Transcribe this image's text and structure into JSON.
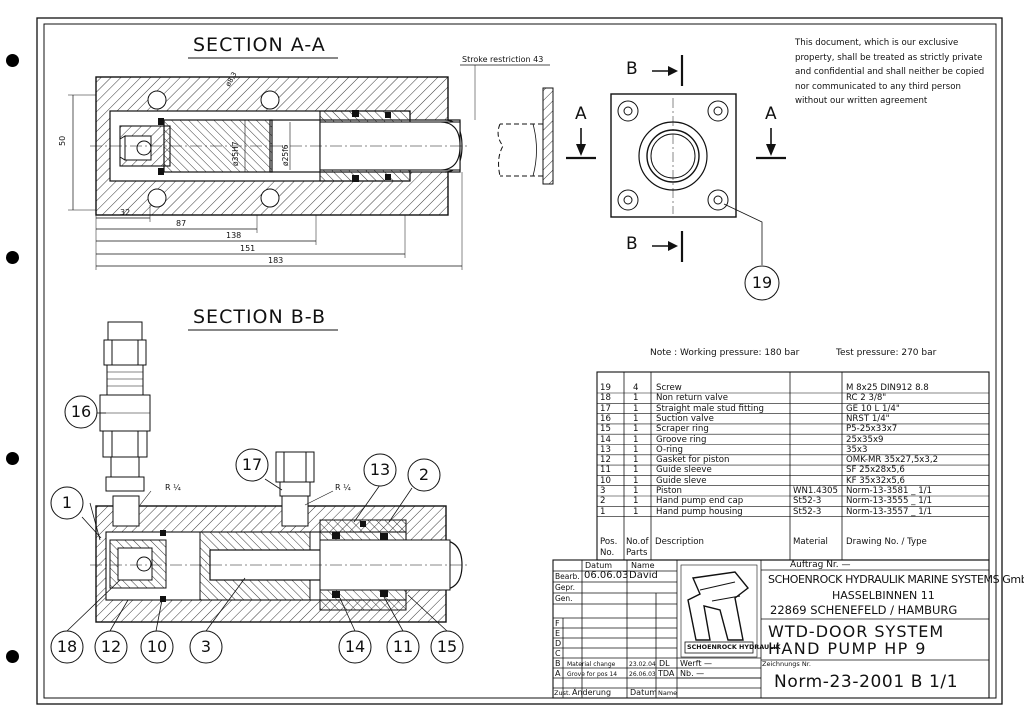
{
  "sections": {
    "a_title": "SECTION A-A",
    "b_title": "SECTION B-B"
  },
  "notice": "This document, which is our exclusive property, shall be treated as strictly private and confidential and shall neither be copied nor communicated to any third person without our written agreement",
  "dimensions": {
    "stroke": "Stroke restriction 43",
    "d50": "50",
    "d32": "32",
    "d87": "87",
    "d138": "138",
    "d151": "151",
    "d183": "183",
    "bore": "ø35H7",
    "rod": "ø25f6",
    "angle": "ø8,3"
  },
  "section_marks": {
    "b_top": "B",
    "b_bottom": "B",
    "a_left": "A",
    "a_right": "A"
  },
  "thread_labels": {
    "r1": "R ¼",
    "r2": "R ¼"
  },
  "balloons": [
    "19",
    "16",
    "17",
    "13",
    "2",
    "1",
    "18",
    "12",
    "10",
    "3",
    "14",
    "11",
    "15"
  ],
  "notes": {
    "working": "Note : Working pressure: 180 bar",
    "test": "Test pressure: 270 bar"
  },
  "parts_list": {
    "rows": [
      {
        "pos": "19",
        "qty": "4",
        "desc": "Screw",
        "material": "",
        "drawing": "M 8x25  DIN912   8.8"
      },
      {
        "pos": "18",
        "qty": "1",
        "desc": "Non return valve",
        "material": "",
        "drawing": "RC 2 3/8\""
      },
      {
        "pos": "17",
        "qty": "1",
        "desc": "Straight male stud fitting",
        "material": "",
        "drawing": "GE 10 L 1/4\""
      },
      {
        "pos": "16",
        "qty": "1",
        "desc": "Suction valve",
        "material": "",
        "drawing": "NRST 1/4\""
      },
      {
        "pos": "15",
        "qty": "1",
        "desc": "Scraper ring",
        "material": "",
        "drawing": "P5-25x33x7"
      },
      {
        "pos": "14",
        "qty": "1",
        "desc": "Groove ring",
        "material": "",
        "drawing": "25x35x9"
      },
      {
        "pos": "13",
        "qty": "1",
        "desc": "O-ring",
        "material": "",
        "drawing": "35x3"
      },
      {
        "pos": "12",
        "qty": "1",
        "desc": "Gasket for piston",
        "material": "",
        "drawing": "OMK-MR  35x27,5x3,2"
      },
      {
        "pos": "11",
        "qty": "1",
        "desc": "Guide sleeve",
        "material": "",
        "drawing": "SF  25x28x5,6"
      },
      {
        "pos": "10",
        "qty": "1",
        "desc": "Guide sleve",
        "material": "",
        "drawing": "KF  35x32x5,6"
      },
      {
        "pos": "3",
        "qty": "1",
        "desc": "Piston",
        "material": "WN1.4305",
        "drawing": "Norm-13-3581  _ 1/1"
      },
      {
        "pos": "2",
        "qty": "1",
        "desc": "Hand pump end cap",
        "material": "St52-3",
        "drawing": "Norm-13-3555  _ 1/1"
      },
      {
        "pos": "1",
        "qty": "1",
        "desc": "Hand pump housing",
        "material": "St52-3",
        "drawing": "Norm-13-3557  _ 1/1"
      }
    ],
    "header": {
      "pos1": "Pos.",
      "pos2": "No.",
      "qty1": "No.of",
      "qty2": "Parts",
      "desc": "Description",
      "material": "Material",
      "drawing": "Drawing No. / Type"
    }
  },
  "title_block": {
    "datum_label": "Datum",
    "name_label": "Name",
    "bearb": "Bearb.",
    "gepr": "Gepr.",
    "gen": "Gen.",
    "bearb_date": "06.06.03",
    "bearb_name": "David",
    "auftrag": "Auftrag Nr. —",
    "company": "SCHOENROCK HYDRAULIK MARINE SYSTEMS GmbH",
    "street": "HASSELBINNEN 11",
    "city": "22869 SCHENEFELD / HAMBURG",
    "title1": "WTD-DOOR SYSTEM",
    "title2": "HAND PUMP HP 9",
    "logo_text": "SCHOENROCK HYDRAULIK",
    "rev_letters": [
      "F",
      "E",
      "D",
      "C"
    ],
    "rev_b": {
      "letter": "B",
      "text": "Material change",
      "date": "23.02.04",
      "name": "DL"
    },
    "rev_a": {
      "letter": "A",
      "text": "Grove for pos 14",
      "date": "26.06.03",
      "name": "TDA"
    },
    "zust": "Zust.",
    "aenderung": "Änderung",
    "datum_foot": "Datum",
    "name_foot": "Name",
    "werft": "Werft —",
    "nb": "Nb.    —",
    "zeichnungs": "Zeichnungs Nr.",
    "drawing_no": "Norm-23-2001 B 1/1"
  }
}
